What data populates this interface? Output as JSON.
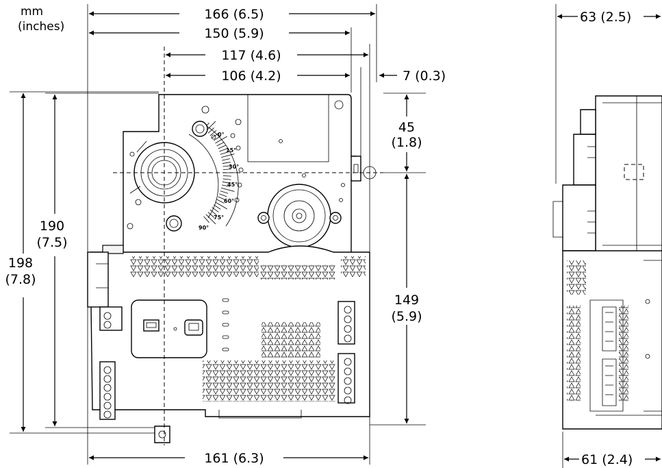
{
  "units": {
    "primary": "mm",
    "secondary": "(inches)"
  },
  "dimensions": {
    "overall_width": "166 (6.5)",
    "housing_width": "150 (5.9)",
    "shaft_to_edge": "117 (4.6)",
    "shaft_to_bracket": "106 (4.2)",
    "pin_offset": "7 (0.3)",
    "shaft_height_mm": "45",
    "shaft_height_in": "(1.8)",
    "lower_height_mm": "149",
    "lower_height_in": "(5.9)",
    "body_height_mm": "190",
    "body_height_in": "(7.5)",
    "overall_height_mm": "198",
    "overall_height_in": "(7.8)",
    "base_width": "161 (6.3)",
    "side_depth": "63 (2.5)",
    "side_base_depth": "61 (2.4)"
  },
  "dial_labels": [
    "0°",
    "15°",
    "30°",
    "45°",
    "60°",
    "75°",
    "90°"
  ]
}
